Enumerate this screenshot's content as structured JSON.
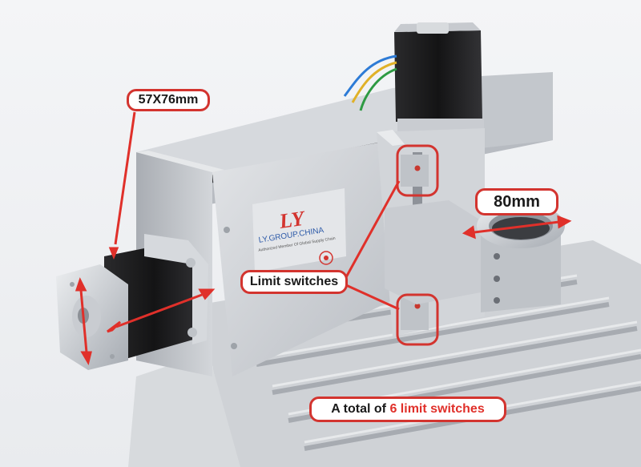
{
  "callouts": {
    "motor_size": "57X76mm",
    "spindle_diameter": "80mm",
    "limit_switches": "Limit switches",
    "total_prefix": "A total of",
    "total_highlight": "6 limit switches"
  },
  "plate": {
    "brand": "LY.GROUP.CHINA",
    "tagline": "Authorized Member Of Global Supply Chain",
    "logo_mark": "LY"
  },
  "colors": {
    "accent": "#d3342f",
    "highlight_text": "#e0302a",
    "aluminum": "#c9ccd1",
    "motor_black": "#1b1b1c"
  }
}
